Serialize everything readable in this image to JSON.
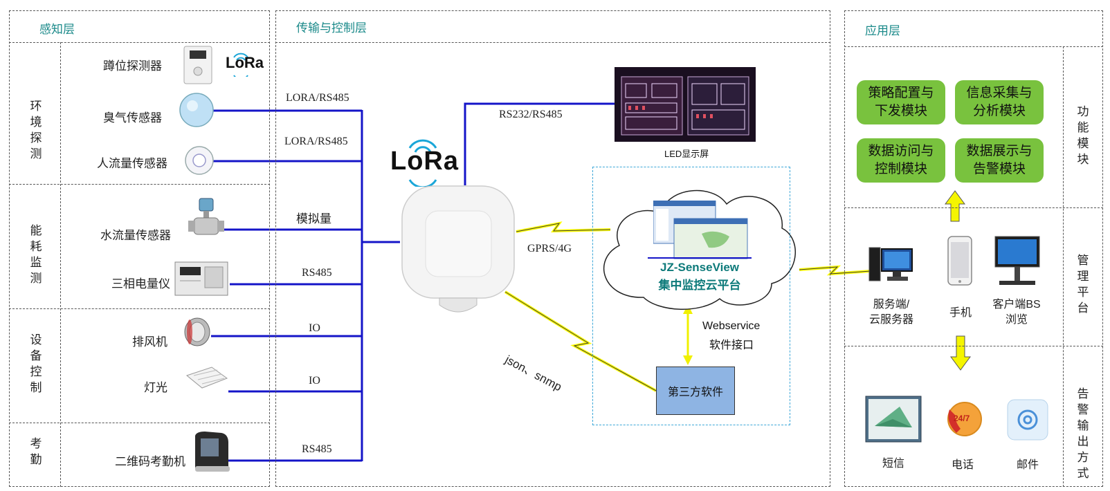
{
  "layers": {
    "perception": "感知层",
    "transport": "传输与控制层",
    "application": "应用层"
  },
  "perception_groups": [
    {
      "label": "环境探测"
    },
    {
      "label": "能耗监测"
    },
    {
      "label": "设备控制"
    },
    {
      "label": "考勤"
    }
  ],
  "devices": [
    {
      "label": "蹲位探测器",
      "icon": "squat-detector-icon"
    },
    {
      "label": "臭气传感器",
      "icon": "odor-sensor-icon",
      "link": "LORA/RS485"
    },
    {
      "label": "人流量传感器",
      "icon": "people-counter-icon",
      "link": "LORA/RS485"
    },
    {
      "label": "水流量传感器",
      "icon": "water-flow-sensor-icon",
      "link": "模拟量"
    },
    {
      "label": "三相电量仪",
      "icon": "power-meter-icon",
      "link": "RS485"
    },
    {
      "label": "排风机",
      "icon": "exhaust-fan-icon",
      "link": "IO"
    },
    {
      "label": "灯光",
      "icon": "light-icon",
      "link": "IO"
    },
    {
      "label": "二维码考勤机",
      "icon": "qr-attendance-icon",
      "link": "RS485"
    }
  ],
  "lora_small": "LoRa",
  "lora_big": "LoRa",
  "led": {
    "link": "RS232/RS485",
    "caption": "LED显示屏"
  },
  "gateway_link": "GPRS/4G",
  "json_link": "json、snmp",
  "cloud": {
    "name": "JZ-SenseView",
    "subtitle": "集中监控云平台"
  },
  "webservice": {
    "line1": "Webservice",
    "line2": "软件接口"
  },
  "third_party": "第三方软件",
  "modules": [
    "策略配置与\n下发模块",
    "信息采集与\n分析模块",
    "数据访问与\n控制模块",
    "数据展示与\n告警模块"
  ],
  "app_groups": [
    {
      "label": "功能模块"
    },
    {
      "label": "管理平台"
    },
    {
      "label": "告警输出方式"
    }
  ],
  "platform": [
    {
      "label": "服务端/\n云服务器",
      "icon": "server-icon"
    },
    {
      "label": "手机",
      "icon": "phone-icon"
    },
    {
      "label": "客户端BS\n浏览",
      "icon": "touchscreen-icon"
    }
  ],
  "alarms": [
    {
      "label": "短信",
      "icon": "sms-icon"
    },
    {
      "label": "电话",
      "icon": "phone-247-icon"
    },
    {
      "label": "邮件",
      "icon": "mail-icon"
    }
  ],
  "colors": {
    "link": "#1414c8",
    "accent": "#1b8a8a",
    "module": "#79c23e",
    "bolt": "#ffff00",
    "arrow": "#f5f500",
    "cloud_text": "#0d7a7a"
  }
}
